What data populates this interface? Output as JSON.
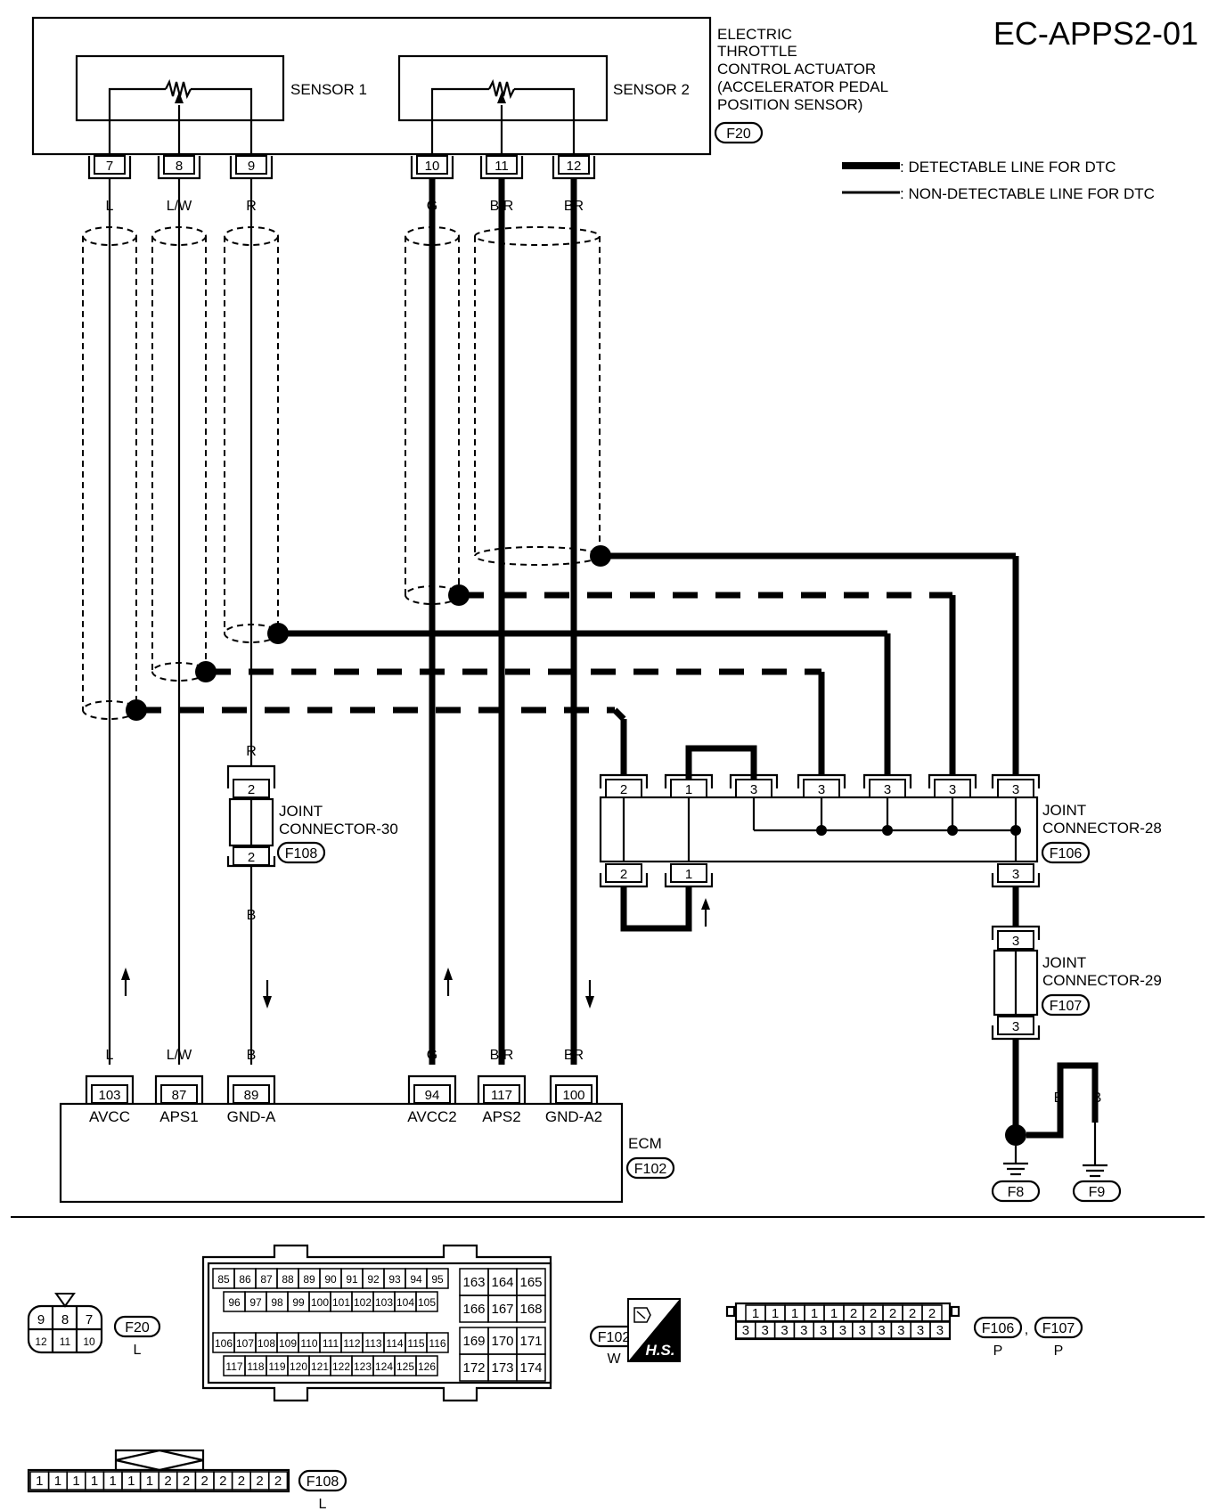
{
  "diagram": {
    "title": "EC-APPS2-01",
    "legend": {
      "detectable": ": DETECTABLE LINE FOR DTC",
      "non_detectable": ": NON-DETECTABLE LINE FOR DTC"
    },
    "actuator": {
      "name_lines": [
        "ELECTRIC",
        "THROTTLE",
        "CONTROL ACTUATOR",
        "(ACCELERATOR PEDAL",
        " POSITION SENSOR)"
      ],
      "connector": "F20",
      "sensor1": "SENSOR 1",
      "sensor2": "SENSOR 2"
    },
    "top_pins": [
      "7",
      "8",
      "9",
      "10",
      "11",
      "12"
    ],
    "top_wire_colors": [
      "L",
      "L/W",
      "R",
      "G",
      "B/R",
      "BR"
    ],
    "bottom_wire_colors": [
      "L",
      "L/W",
      "B",
      "G",
      "B/R",
      "BR"
    ],
    "jc30": {
      "name_lines": [
        "JOINT",
        "CONNECTOR-30"
      ],
      "connector": "F108",
      "pin_top": "2",
      "pin_bottom": "2",
      "wire_top": "R",
      "wire_bottom": "B"
    },
    "jc28": {
      "name_lines": [
        "JOINT",
        "CONNECTOR-28"
      ],
      "connector": "F106",
      "pins_top": [
        "2",
        "1",
        "3",
        "3",
        "3",
        "3",
        "3"
      ],
      "pins_bottom": [
        "2",
        "1",
        "3"
      ]
    },
    "jc29": {
      "name_lines": [
        "JOINT",
        "CONNECTOR-29"
      ],
      "connector": "F107",
      "pin_top": "3",
      "pin_bottom": "3"
    },
    "ecm": {
      "name": "ECM",
      "connector": "F102",
      "pins": [
        "103",
        "87",
        "89",
        "94",
        "117",
        "100"
      ],
      "terminals": [
        "AVCC",
        "APS1",
        "GND-A",
        "AVCC2",
        "APS2",
        "GND-A2"
      ]
    },
    "grounds": {
      "wire_a": "B",
      "wire_b": "B",
      "f8": "F8",
      "f9": "F9"
    }
  },
  "connector_views": {
    "f20": {
      "id": "F20",
      "color": "L",
      "row1": [
        "9",
        "8",
        "7"
      ],
      "row2": [
        "12",
        "11",
        "10"
      ]
    },
    "f102": {
      "id": "F102",
      "color": "W",
      "row1": [
        "85",
        "86",
        "87",
        "88",
        "89",
        "90",
        "91",
        "92",
        "93",
        "94",
        "95"
      ],
      "row2": [
        "96",
        "97",
        "98",
        "99",
        "100",
        "101",
        "102",
        "103",
        "104",
        "105"
      ],
      "row3": [
        "106",
        "107",
        "108",
        "109",
        "110",
        "111",
        "112",
        "113",
        "114",
        "115",
        "116"
      ],
      "row4": [
        "117",
        "118",
        "119",
        "120",
        "121",
        "122",
        "123",
        "124",
        "125",
        "126"
      ],
      "right1": [
        "163",
        "164",
        "165"
      ],
      "right2": [
        "166",
        "167",
        "168"
      ],
      "right3": [
        "169",
        "170",
        "171"
      ],
      "right4": [
        "172",
        "173",
        "174"
      ]
    },
    "hs": {
      "label": "H.S."
    },
    "f106_f107": {
      "ids": [
        "F106",
        "F107"
      ],
      "separator": ",",
      "colors": [
        "P",
        "P"
      ],
      "row1": [
        "1",
        "1",
        "1",
        "1",
        "1",
        "2",
        "2",
        "2",
        "2",
        "2"
      ],
      "row2": [
        "3",
        "3",
        "3",
        "3",
        "3",
        "3",
        "3",
        "3",
        "3",
        "3",
        "3"
      ]
    },
    "f108": {
      "id": "F108",
      "color": "L",
      "pins": [
        "1",
        "1",
        "1",
        "1",
        "1",
        "1",
        "1",
        "2",
        "2",
        "2",
        "2",
        "2",
        "2",
        "2"
      ]
    }
  }
}
